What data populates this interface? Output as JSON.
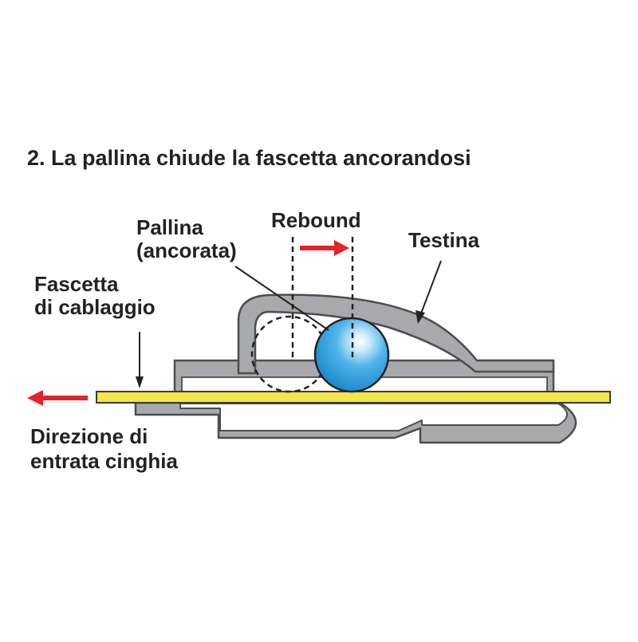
{
  "title": "2. La pallina chiude la fascetta ancorandosi",
  "labels": {
    "rebound": "Rebound",
    "pallina_line1": "Pallina",
    "pallina_line2": "(ancorata)",
    "testina": "Testina",
    "fascetta_line1": "Fascetta",
    "fascetta_line2": "di cablaggio",
    "direzione_line1": "Direzione di",
    "direzione_line2": "entrata cinghia"
  },
  "colors": {
    "housing_fill": "#a7a9ac",
    "housing_stroke": "#4d4d4d",
    "strap_fill": "#f1e64a",
    "ball_fill": "#3ea9e4",
    "arrow_red": "#e0262b",
    "text": "#222222"
  },
  "icons": {
    "rebound_arrow": "arrow-right-icon",
    "direction_arrow": "arrow-left-icon"
  }
}
